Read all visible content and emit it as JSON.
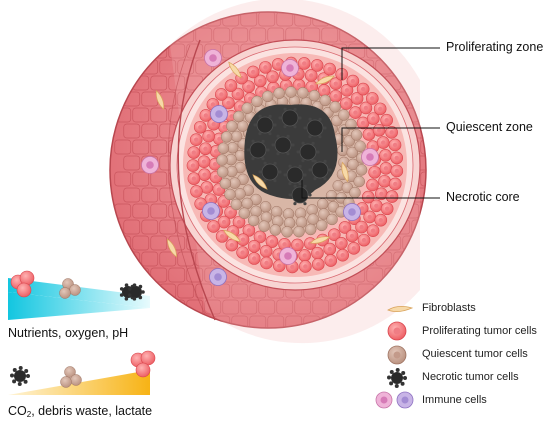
{
  "zones": {
    "proliferating": "Proliferating zone",
    "quiescent": "Quiescent zone",
    "necrotic": "Necrotic core"
  },
  "legend": {
    "fibroblasts": "Fibroblasts",
    "proliferating_cells": "Proliferating tumor cells",
    "quiescent_cells": "Quiescent tumor cells",
    "necrotic_cells": "Necrotic tumor cells",
    "immune_cells": "Immune cells"
  },
  "gradients": {
    "nutrients": "Nutrients, oxygen, pH",
    "waste_prefix": "CO",
    "waste_subscript": "2",
    "waste_rest": ", debris waste, lactate"
  },
  "colors": {
    "outer_layer": "#e9757c",
    "proliferating": "#f06a6e",
    "quiescent": "#c9a797",
    "necrotic": "#3a3a3a",
    "immune_pink": "#e7a3cf",
    "immune_purple": "#b8a1de",
    "nutrient_gradient": "#3ad6e8",
    "waste_gradient": "#f7b720"
  }
}
